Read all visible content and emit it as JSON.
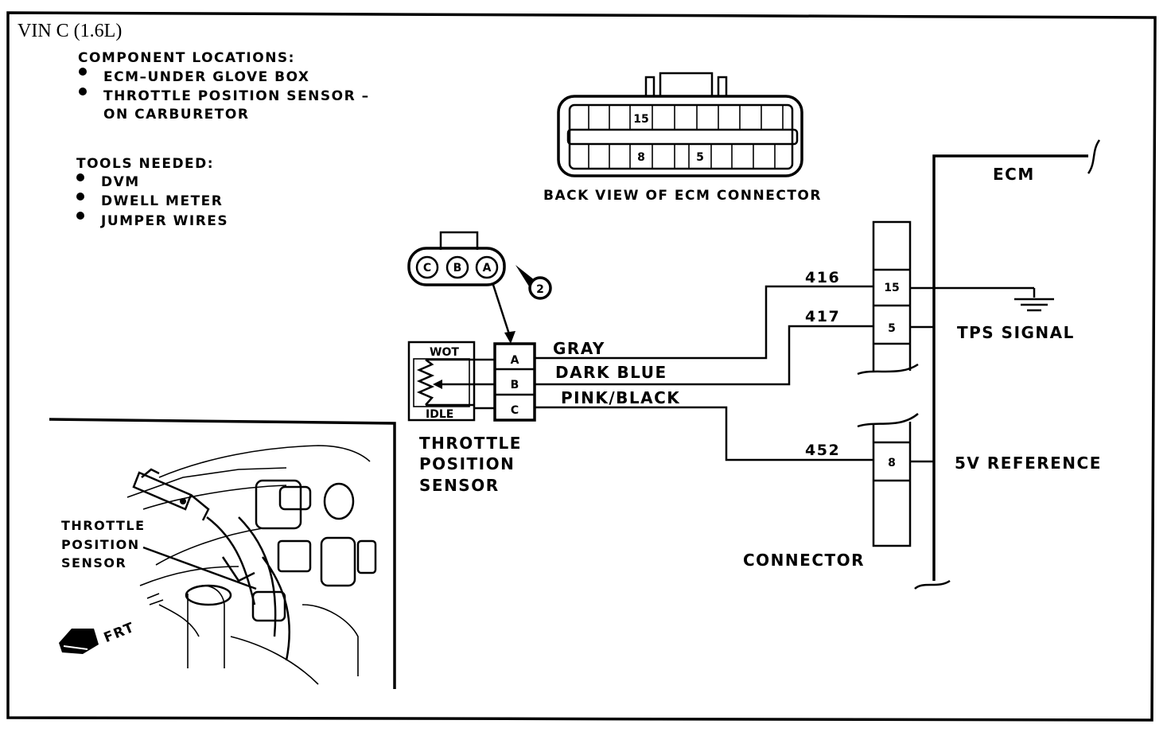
{
  "header": {
    "title": "VIN  C  (1.6L)"
  },
  "locations": {
    "heading": "COMPONENT LOCATIONS:",
    "items": [
      "ECM–UNDER GLOVE BOX",
      "THROTTLE POSITION SENSOR –",
      "ON CARBURETOR"
    ]
  },
  "tools": {
    "heading": "TOOLS NEEDED:",
    "items": [
      "DVM",
      "DWELL METER",
      "JUMPER WIRES"
    ]
  },
  "ecm_connector": {
    "caption": "BACK VIEW OF ECM CONNECTOR",
    "top_pin": "15",
    "bottom_pins": [
      "8",
      "5"
    ]
  },
  "tps_plug": {
    "pins": [
      "C",
      "B",
      "A"
    ],
    "callout": "2"
  },
  "tps": {
    "wot_label": "WOT",
    "idle_label": "IDLE",
    "terminals": [
      "A",
      "B",
      "C"
    ],
    "name_lines": [
      "THROTTLE",
      "POSITION",
      "SENSOR"
    ]
  },
  "wires": {
    "gray": "GRAY",
    "dark_blue": "DARK BLUE",
    "pink_black": "PINK/BLACK",
    "circuit_416": "416",
    "circuit_417": "417",
    "circuit_452": "452"
  },
  "ecm_block": {
    "label": "ECM",
    "connector_label": "CONNECTOR",
    "pins": [
      "15",
      "5",
      "8"
    ],
    "tps_signal": "TPS SIGNAL",
    "five_v_reference": "5V REFERENCE"
  },
  "engine_view": {
    "sensor_lines": [
      "THROTTLE",
      "POSITION",
      "SENSOR"
    ],
    "front_label": "FRT"
  }
}
